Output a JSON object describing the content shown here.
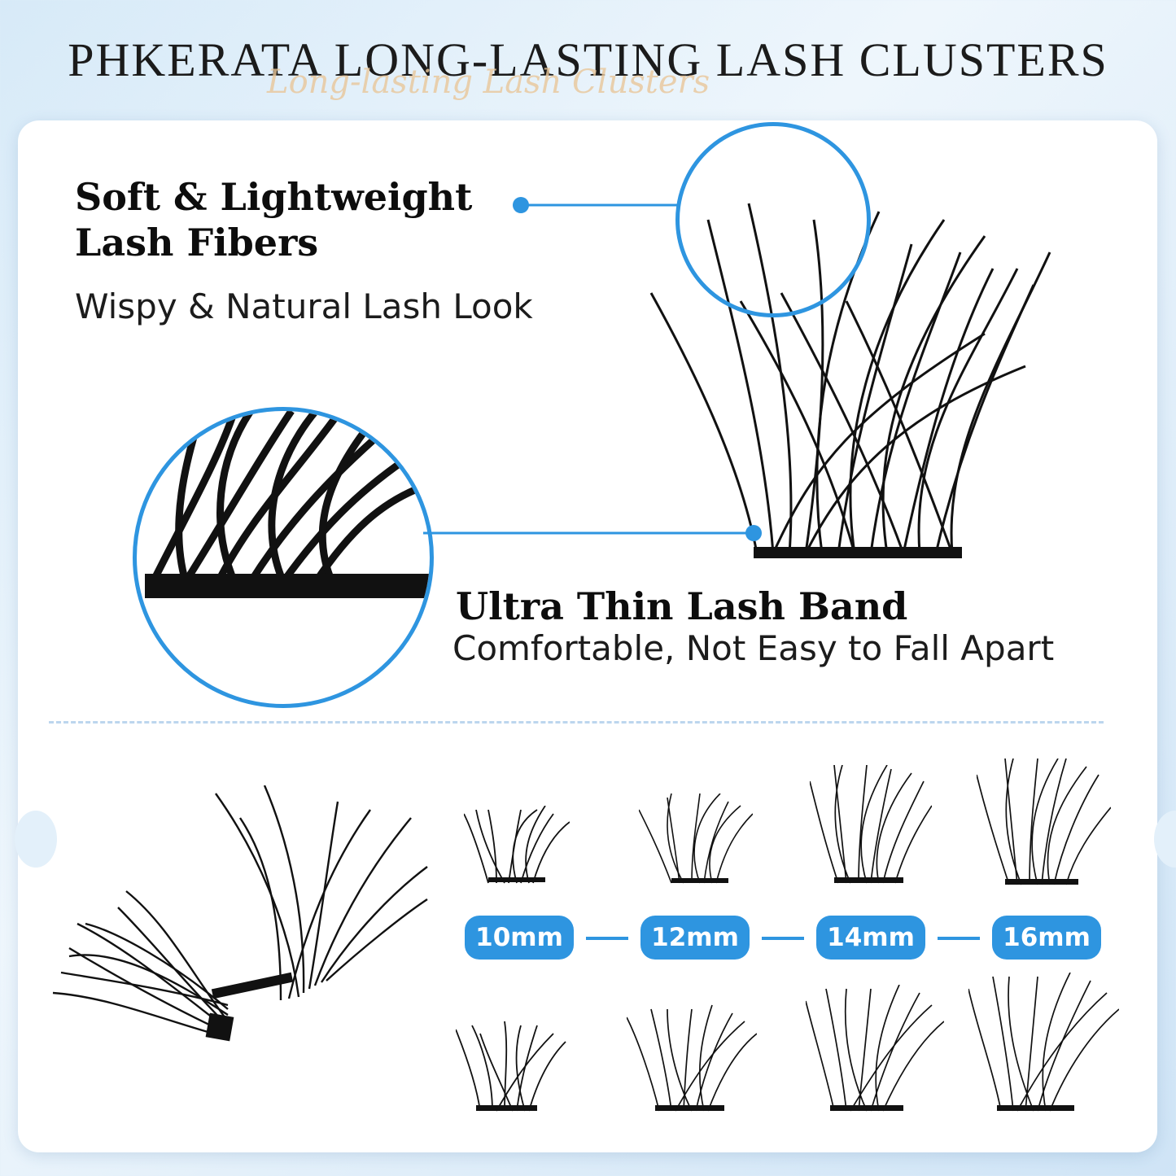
{
  "header": {
    "title": "PHKERATA  LONG-LASTING LASH CLUSTERS",
    "script_overlay": "Long-lasting Lash Clusters"
  },
  "features": {
    "fibers": {
      "heading_line1": "Soft & Lightweight",
      "heading_line2": "Lash Fibers",
      "description": "Wispy & Natural Lash Look"
    },
    "band": {
      "heading": "Ultra Thin Lash Band",
      "description": "Comfortable, Not Easy to Fall Apart"
    }
  },
  "lengths": [
    "10mm",
    "12mm",
    "14mm",
    "16mm"
  ],
  "colors": {
    "accent": "#2e95e0",
    "title_script": "#e9c79a"
  }
}
